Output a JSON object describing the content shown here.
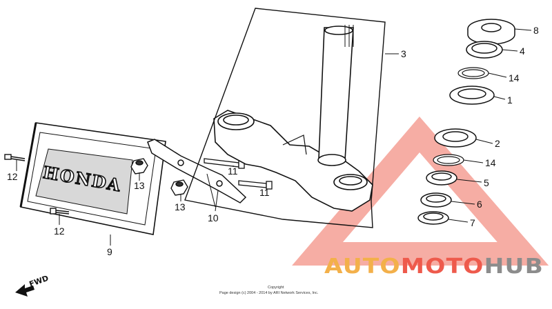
{
  "diagram": {
    "callouts": {
      "c1": "1",
      "c2": "2",
      "c3": "3",
      "c4": "4",
      "c5": "5",
      "c6": "6",
      "c7": "7",
      "c8": "8",
      "c9": "9",
      "c10": "10",
      "c11a": "11",
      "c11b": "11",
      "c12a": "12",
      "c12b": "12",
      "c13a": "13",
      "c13b": "13",
      "c14a": "14",
      "c14b": "14"
    },
    "emblem_text": "HONDA",
    "direction_label": "FWD",
    "copyright_line1": "Copyright",
    "copyright_line2": "Page design (c) 2004 - 2014 by ARI Network Services, Inc."
  },
  "watermark": {
    "part_auto": "AUTO",
    "part_moto": "MOTO",
    "part_hub": "HUB",
    "colors": {
      "orange": "#f3b04a",
      "red": "#ee5a4c",
      "gray": "#8c8c8c"
    }
  }
}
